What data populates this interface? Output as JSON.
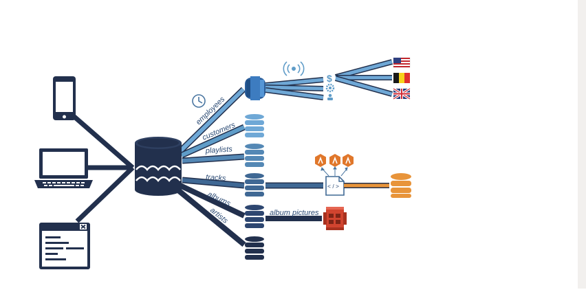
{
  "diagram": {
    "branch_labels": {
      "employees": "employees",
      "customers": "customers",
      "playlists": "playlists",
      "tracks": "tracks",
      "albums": "albums",
      "artists": "artists"
    },
    "album_pictures_label": "album pictures",
    "code_glyph": "< / >",
    "dollar_glyph": "$",
    "flags": [
      "us-flag",
      "belgium-flag",
      "uk-flag"
    ],
    "colors": {
      "navy": "#22304d",
      "mid_blue": "#4a76a1",
      "light_blue": "#5f9cc8",
      "sky_blue": "#6fa8d6",
      "orange": "#e8943a",
      "aws_orange": "#e0772b",
      "red": "#d1442f"
    }
  }
}
